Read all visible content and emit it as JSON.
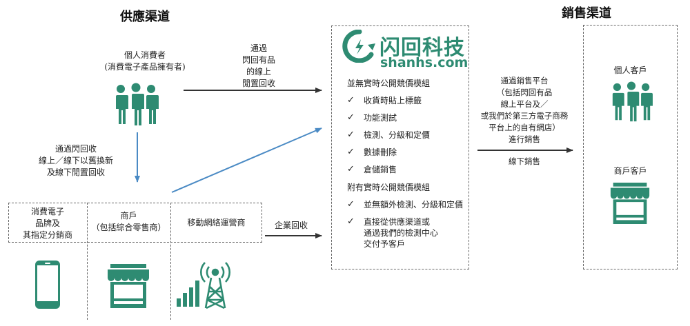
{
  "supply": {
    "title": "供應渠道",
    "individual": {
      "line1": "個人消費者",
      "line2": "(消費電子產品擁有者)"
    },
    "arrow_to_shanhs": [
      "通過",
      "閃回有品",
      "的線上",
      "閒置回收"
    ],
    "arrow_down": [
      "通過閃回收",
      "線上／線下以舊換新",
      "及線下閒置回收"
    ],
    "enterprise_label": "企業回收",
    "channels": [
      {
        "lines": [
          "消費電子",
          "品牌及",
          "其指定分銷商"
        ]
      },
      {
        "lines": [
          "商戶",
          "（包括綜合零售商）"
        ]
      },
      {
        "lines": [
          "移動網絡運營商"
        ]
      }
    ]
  },
  "center": {
    "logo_cn": "闪回科技",
    "logo_en": "shanhs.com",
    "module1_title": "並無實時公開競價模組",
    "module1_items": [
      "收貨時貼上標籤",
      "功能測試",
      "檢測、分級和定價",
      "數據刪除",
      "倉儲銷售"
    ],
    "module2_title": "附有實時公開競價模組",
    "module2_items": [
      {
        "line1": "並無額外檢測、分級和定價",
        "line2": ""
      },
      {
        "line1": "直接從供應渠道或",
        "line2": "通過我們的檢測中心\n交付予客戶"
      }
    ],
    "check_mark": "✓"
  },
  "sales_arrow": {
    "label": [
      "通過銷售平台",
      "（包括閃回有品",
      "線上平台及／",
      "或我們於第三方電子商務",
      "平台上的自有網店）",
      "進行銷售"
    ],
    "label_bottom": "線下銷售"
  },
  "sales": {
    "title": "銷售渠道",
    "individual": "個人客戶",
    "merchant": "商戶客戶"
  },
  "colors": {
    "brand": "#2e8b72",
    "arrow_dark": "#333333",
    "arrow_blue": "#4a8ac4"
  }
}
